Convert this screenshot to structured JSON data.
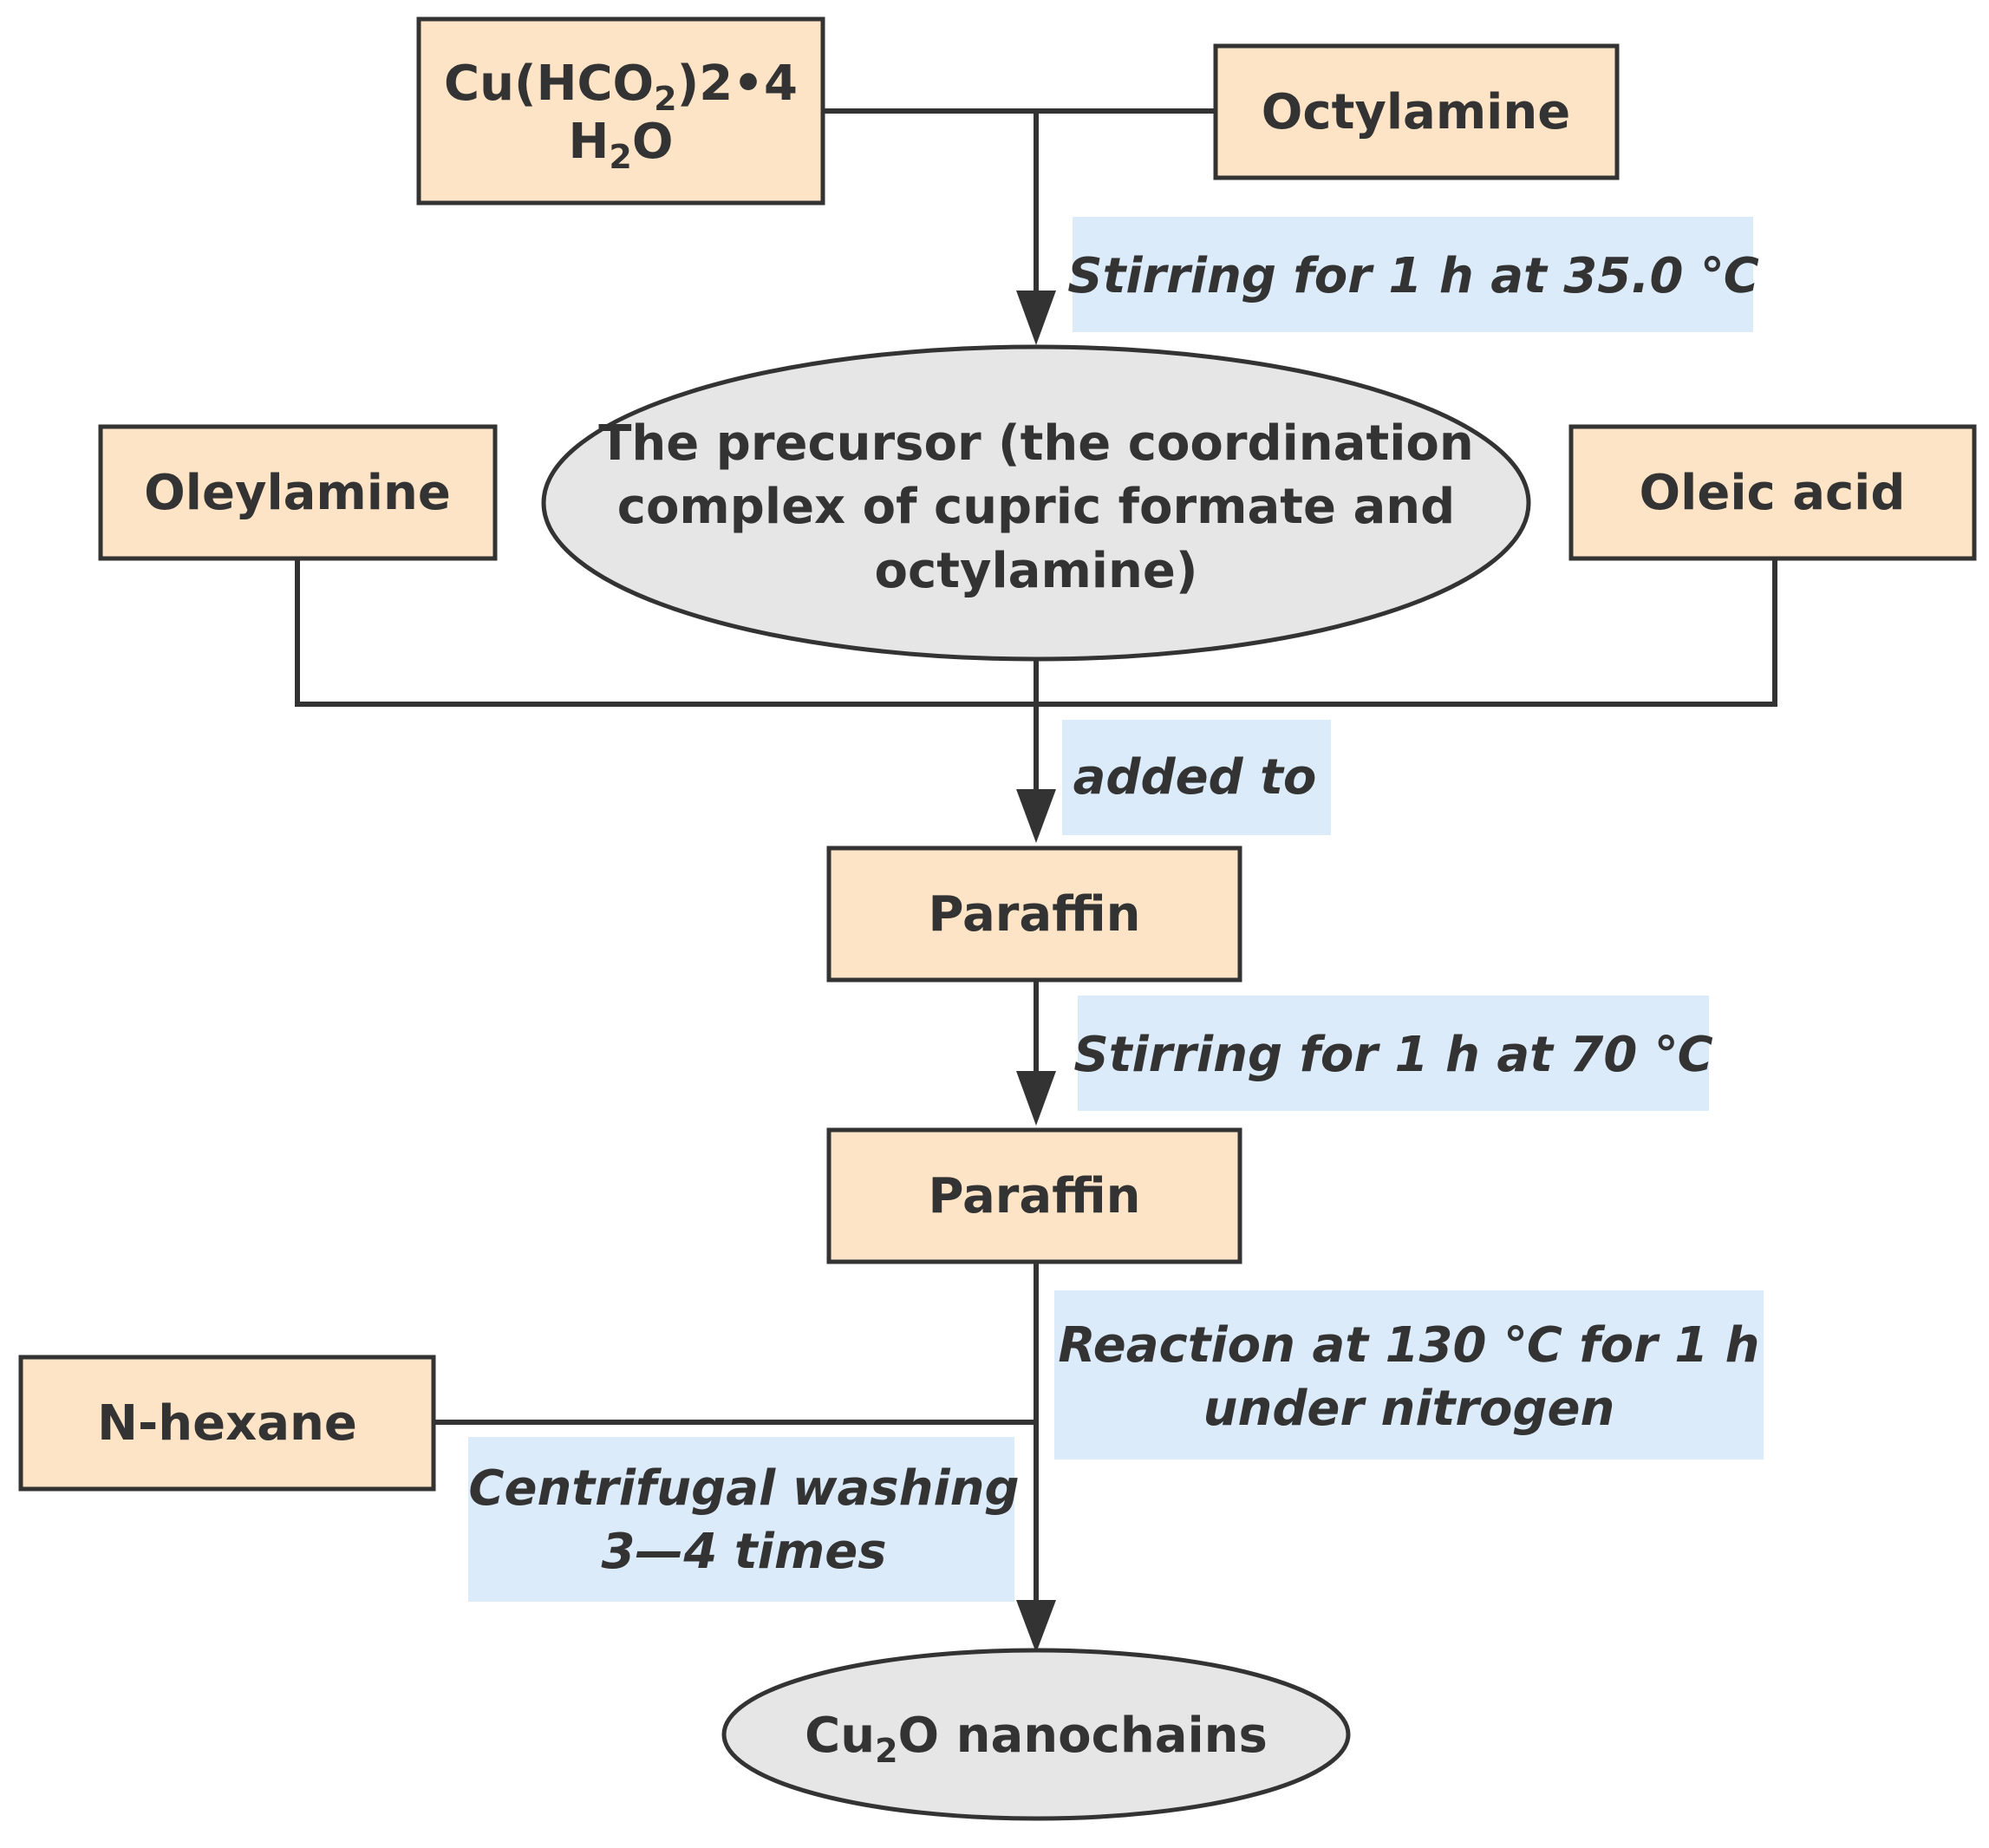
{
  "nodes": {
    "copper_formate": {
      "line1_pre": "Cu(HCO",
      "line1_sub": "2",
      "line1_post": ")2•4",
      "line2_pre": "H",
      "line2_sub": "2",
      "line2_post": "O"
    },
    "octylamine": "Octylamine",
    "precursor": {
      "line1": "The precursor (the coordination",
      "line2": "complex of cupric formate and",
      "line3": "octylamine)"
    },
    "oleylamine": "Oleylamine",
    "oleic_acid": "Oleic acid",
    "paraffin_1": "Paraffin",
    "paraffin_2": "Paraffin",
    "n_hexane": "N-hexane",
    "product": {
      "pre": "Cu",
      "sub": "2",
      "post": "O nanochains"
    }
  },
  "labels": {
    "stirring_35": "Stirring for 1 h at 35.0 ℃",
    "added_to": "added to",
    "stirring_70": "Stirring for 1 h at 70 ℃",
    "reaction": {
      "line1": "Reaction at 130 ℃ for 1 h",
      "line2": "under nitrogen"
    },
    "centrifugal": {
      "line1": "Centrifugal washing",
      "line2": "3—4 times"
    }
  },
  "colors": {
    "box_fill": "#FDE4C6",
    "ellipse_fill": "#E6E6E6",
    "label_fill": "#DCEBFA",
    "stroke": "#333333"
  }
}
